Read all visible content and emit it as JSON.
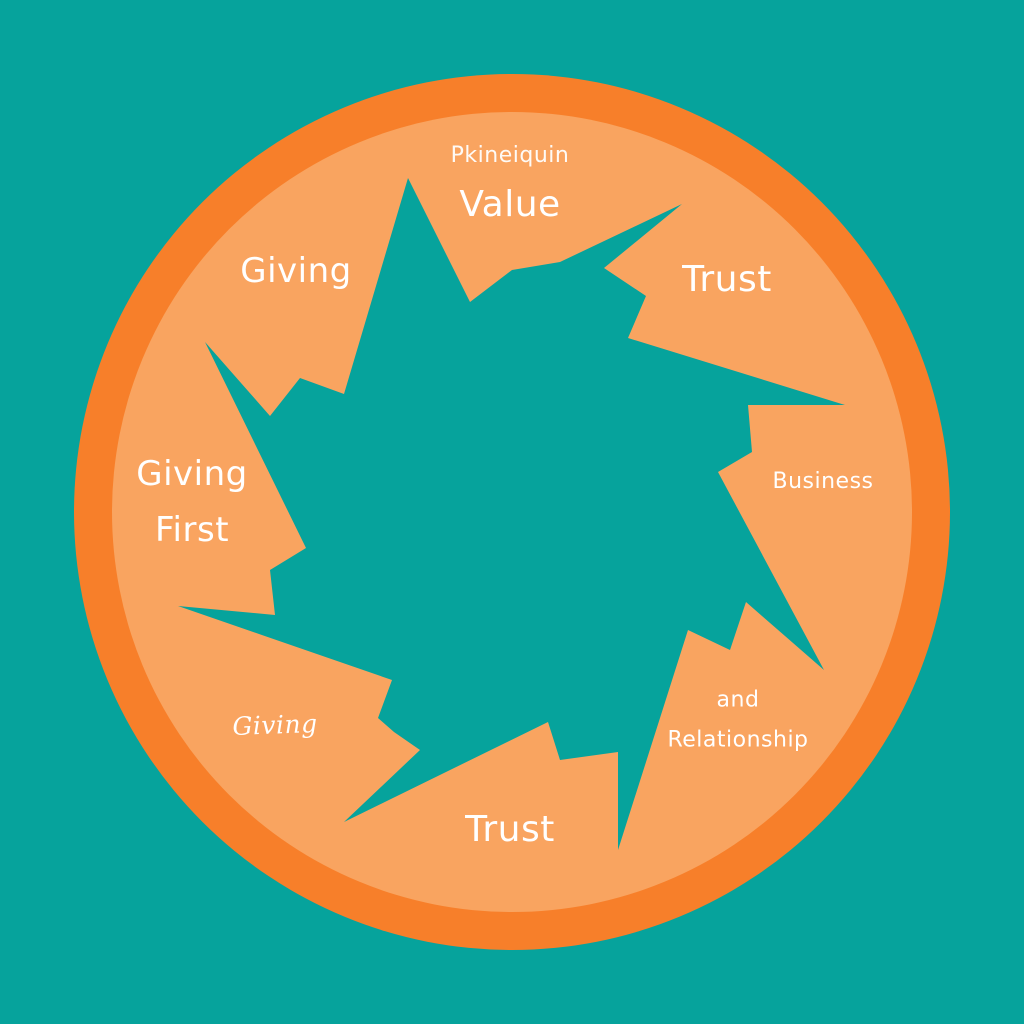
{
  "diagram": {
    "colors": {
      "background": "#06a39c",
      "outer_ring": "#f77f2a",
      "inner_disc": "#f9a460",
      "label_text": "#ffffff"
    },
    "labels": {
      "principles": "Pkineiquin",
      "value": "Value",
      "trust_top": "Trust",
      "giving_top": "Giving",
      "giving_first_line1": "Giving",
      "giving_first_line2": "First",
      "business": "Business",
      "and": "and",
      "relationship": "Relationship",
      "giving_script": "Giving",
      "trust_bottom": "Trust"
    }
  }
}
